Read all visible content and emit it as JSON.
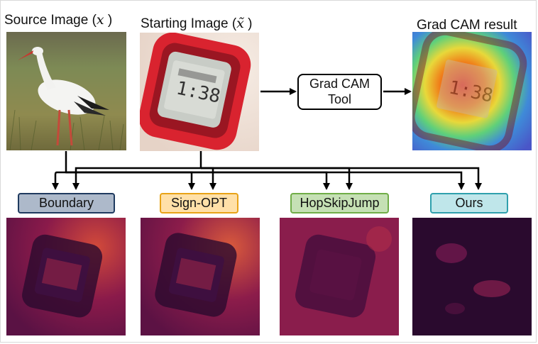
{
  "top": {
    "source": {
      "label": "Source Image (",
      "symbol": "𝑥",
      "close": ")"
    },
    "starting": {
      "label": "Starting Image (",
      "symbol": "x̃",
      "close": ")"
    },
    "gradcam_result": {
      "label": "Grad CAM result"
    },
    "tool": {
      "line1": "Grad CAM",
      "line2": "Tool"
    }
  },
  "methods": [
    {
      "label": "Boundary",
      "fill": "#adb9ca",
      "border": "#1f3a5f"
    },
    {
      "label": "Sign-OPT",
      "fill": "#ffe0a8",
      "border": "#e8a317"
    },
    {
      "label": "HopSkipJump",
      "fill": "#c5e0b4",
      "border": "#70ad47"
    },
    {
      "label": "Ours",
      "fill": "#bfe6ea",
      "border": "#2fa0ad"
    }
  ],
  "colors": {
    "heatmap_dark": "#2a0a2e",
    "heatmap_mid": "#8a1a4a",
    "heatmap_bright": "#e8604a"
  }
}
